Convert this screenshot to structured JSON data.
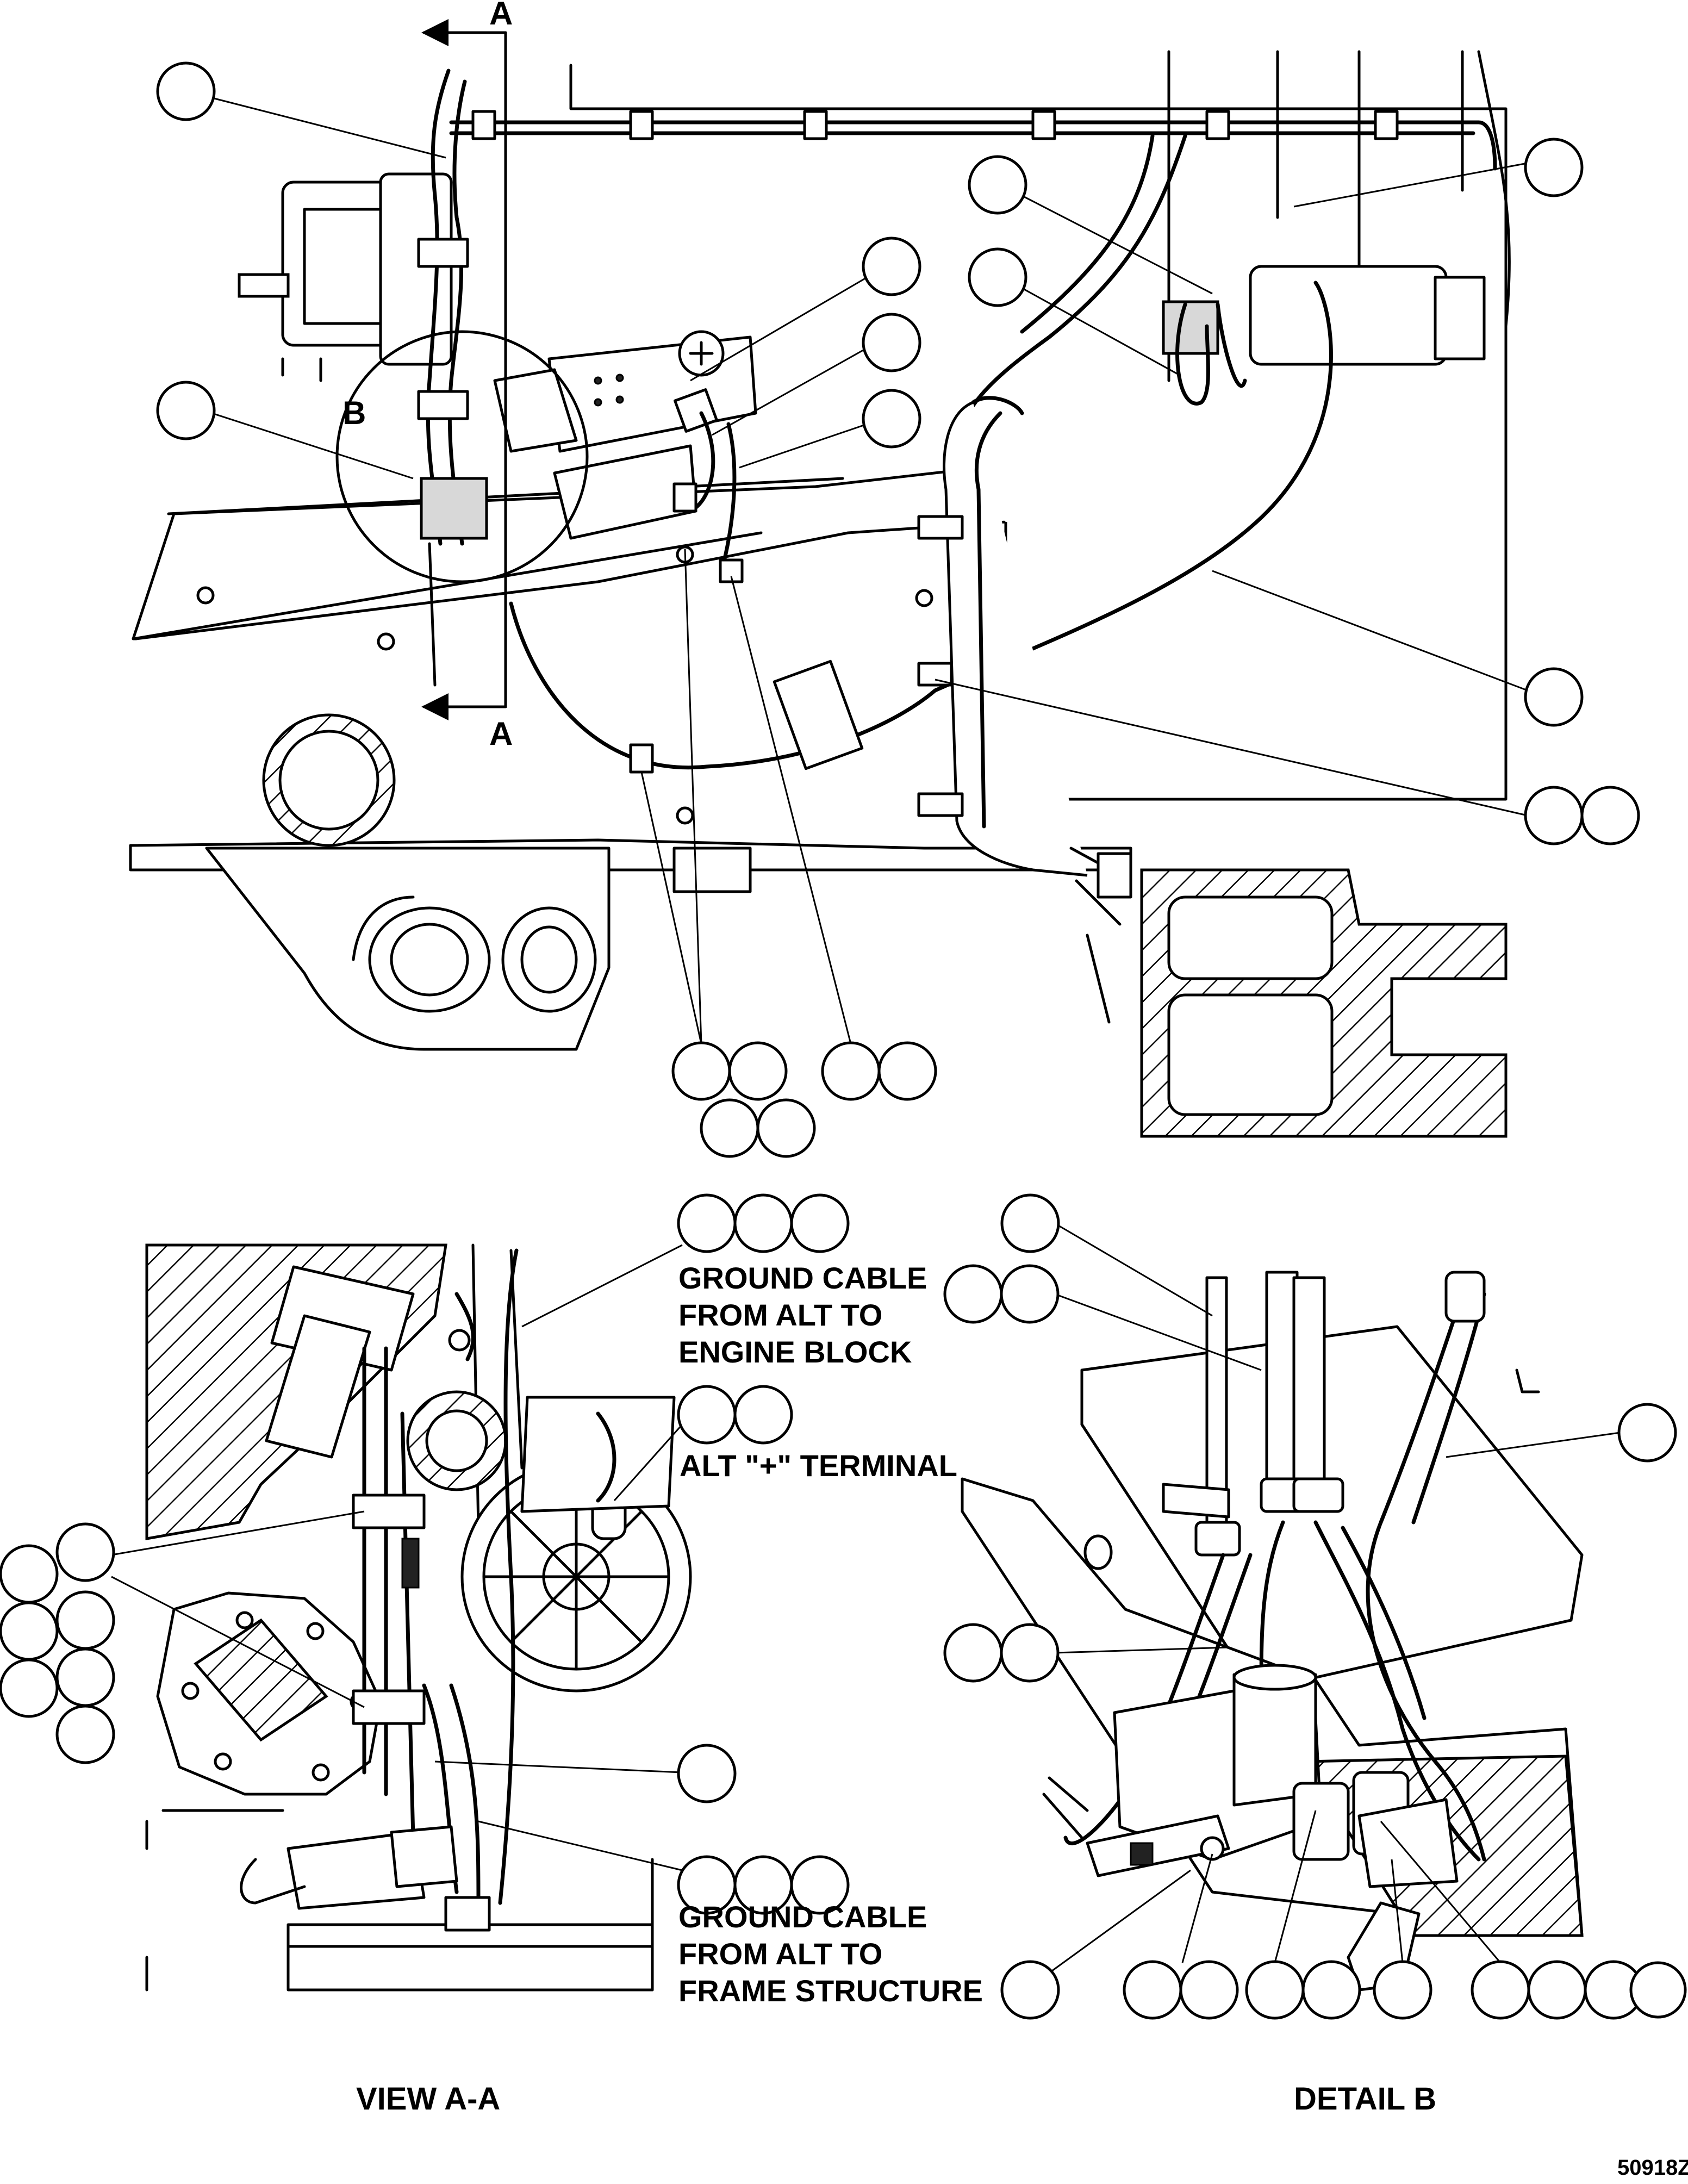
{
  "section_marker": "A",
  "detail_marker": "B",
  "notes": {
    "ground_engine": [
      "GROUND CABLE",
      "FROM ALT TO",
      "ENGINE BLOCK"
    ],
    "alt_terminal": "ALT \"+\" TERMINAL",
    "ground_frame": [
      "GROUND CABLE",
      "FROM  ALT TO",
      "FRAME STRUCTURE"
    ]
  },
  "view_titles": {
    "view_aa": "VIEW A-A",
    "detail_b": "DETAIL B"
  },
  "figure_number": "50918Z"
}
